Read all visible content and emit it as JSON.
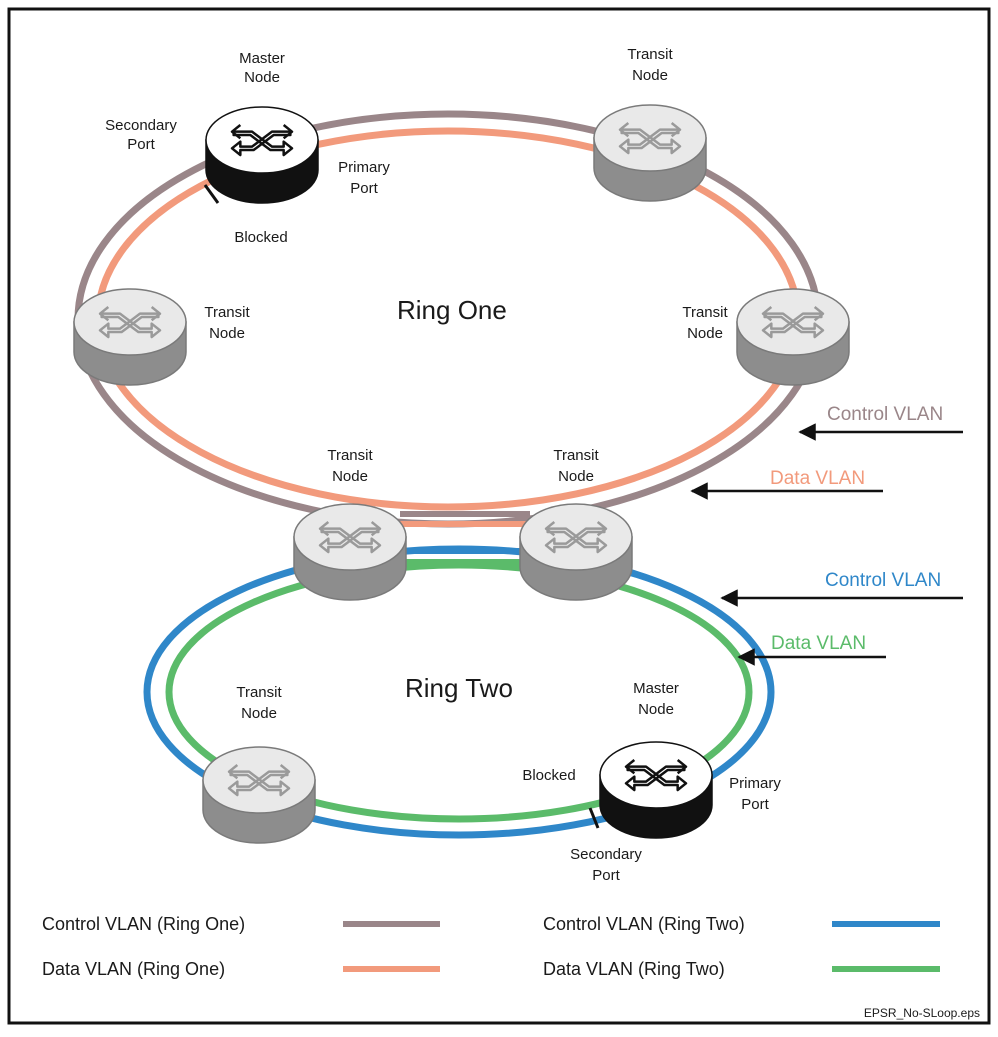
{
  "colors": {
    "ring_one_control": "#9a8689",
    "ring_one_data": "#f29a7c",
    "ring_two_control": "#2f87c9",
    "ring_two_data": "#5bbb6a",
    "master_node": "#111111",
    "transit_node": "#9a9a9a",
    "frame": "#111111"
  },
  "rings": {
    "one": {
      "title": "Ring One"
    },
    "two": {
      "title": "Ring Two"
    }
  },
  "nodes": {
    "r1_master": {
      "line1": "Master",
      "line2": "Node"
    },
    "r1_transit_top_right": {
      "line1": "Transit",
      "line2": "Node"
    },
    "r1_transit_left": {
      "line1": "Transit",
      "line2": "Node"
    },
    "r1_transit_right": {
      "line1": "Transit",
      "line2": "Node"
    },
    "shared_left": {
      "line1": "Transit",
      "line2": "Node"
    },
    "shared_right": {
      "line1": "Transit",
      "line2": "Node"
    },
    "r2_transit_left": {
      "line1": "Transit",
      "line2": "Node"
    },
    "r2_master": {
      "line1": "Master",
      "line2": "Node"
    }
  },
  "ports": {
    "r1_secondary": {
      "line1": "Secondary",
      "line2": "Port"
    },
    "r1_primary": {
      "line1": "Primary",
      "line2": "Port"
    },
    "r1_blocked": "Blocked",
    "r2_primary": {
      "line1": "Primary",
      "line2": "Port"
    },
    "r2_secondary": {
      "line1": "Secondary",
      "line2": "Port"
    },
    "r2_blocked": "Blocked"
  },
  "callouts": {
    "r1_control": "Control VLAN",
    "r1_data": "Data VLAN",
    "r2_control": "Control VLAN",
    "r2_data": "Data VLAN"
  },
  "legend": [
    {
      "label": "Control VLAN (Ring One)",
      "color": "#9a8689"
    },
    {
      "label": "Data VLAN (Ring One)",
      "color": "#f29a7c"
    },
    {
      "label": "Control VLAN (Ring Two)",
      "color": "#2f87c9"
    },
    {
      "label": "Data VLAN (Ring Two)",
      "color": "#5bbb6a"
    }
  ],
  "filename": "EPSR_No-SLoop.eps"
}
